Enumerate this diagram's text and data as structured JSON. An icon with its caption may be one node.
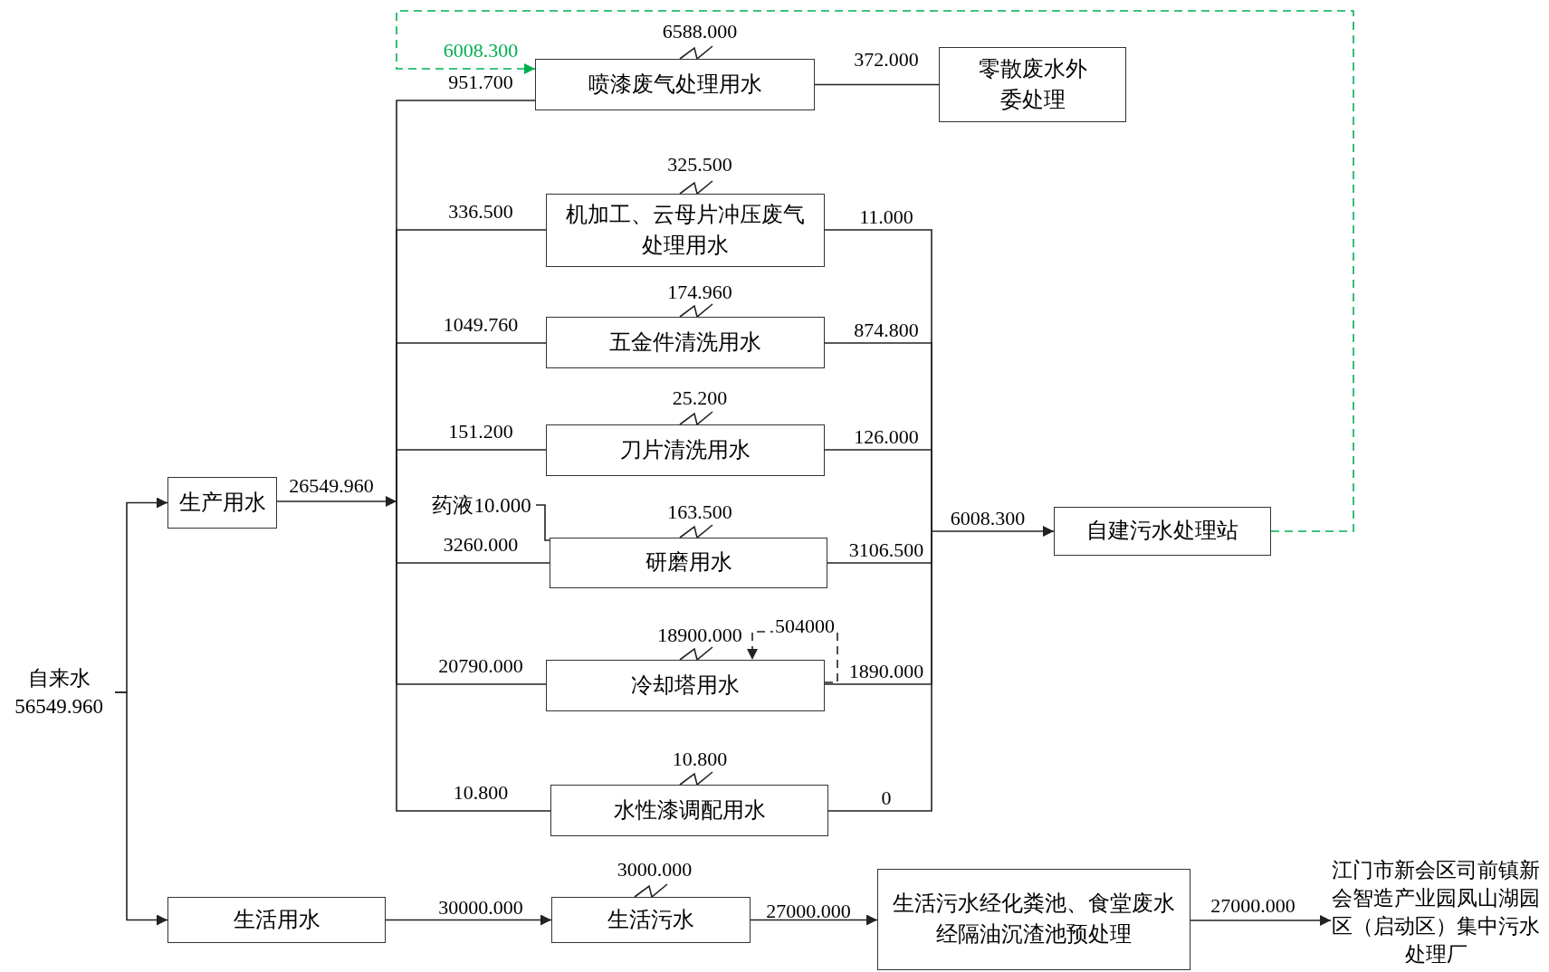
{
  "diagram": {
    "nodes": [
      {
        "text": [
          "自来水",
          "56549.960"
        ]
      },
      {
        "text": [
          "生产用水"
        ]
      },
      {
        "text": [
          "生活用水"
        ]
      },
      {
        "text": [
          "喷漆废气处理用水"
        ],
        "beside": [
          "6588.000"
        ]
      },
      {
        "text": [
          "零散废水外委处理"
        ]
      },
      {
        "text": [
          "机加工、云母片冲压废气处理用水"
        ],
        "beside": [
          "325.500"
        ]
      },
      {
        "text": [
          "五金件清洗用水"
        ],
        "beside": [
          "174.960"
        ]
      },
      {
        "text": [
          "刀片清洗用水"
        ],
        "beside": [
          "25.200"
        ]
      },
      {
        "text": [
          "研磨用水"
        ],
        "beside": [
          "163.500"
        ]
      },
      {
        "text": [
          "冷却塔用水"
        ],
        "beside": [
          "18900.000"
        ]
      },
      {
        "text": [
          "水性漆调配用水"
        ],
        "beside": [
          "10.800"
        ]
      },
      {
        "text": [
          "自建污水处理站"
        ]
      },
      {
        "text": [
          "生活污水"
        ],
        "beside": [
          "3000.000"
        ]
      },
      {
        "text": [
          "生活污水经化粪池、食堂废水经隔油沉渣池预处理"
        ]
      },
      {
        "text": [
          "江门市新会区司前镇新会智造产业园凤山湖园区（启动区）集中污水处理厂"
        ]
      },
      {
        "text": [
          "药液10.000"
        ]
      }
    ],
    "edges": [
      {
        "from": 0,
        "to": 1,
        "arrow": "to"
      },
      {
        "from": 0,
        "to": 2,
        "arrow": "to"
      },
      {
        "from": 1,
        "to": 3,
        "arrow": "none",
        "label": "951.700"
      },
      {
        "from": 1,
        "to": 5,
        "arrow": "none",
        "label": "336.500"
      },
      {
        "from": 1,
        "to": 6,
        "arrow": "none",
        "label": "1049.760"
      },
      {
        "from": 1,
        "to": 7,
        "arrow": "none",
        "label": "151.200"
      },
      {
        "from": 1,
        "to": 8,
        "arrow": "none",
        "label": "3260.000"
      },
      {
        "from": 1,
        "to": 9,
        "arrow": "none",
        "label": "20790.000"
      },
      {
        "from": 1,
        "to": 10,
        "arrow": "none",
        "label": "10.800"
      },
      {
        "from": 5,
        "to": 11,
        "arrow": "to",
        "label": "11.000"
      },
      {
        "from": 6,
        "to": 11,
        "arrow": "to",
        "label": "874.800"
      },
      {
        "from": 7,
        "to": 11,
        "arrow": "to",
        "label": "126.000"
      },
      {
        "from": 8,
        "to": 11,
        "arrow": "to",
        "label": "3106.500"
      },
      {
        "from": 9,
        "to": 11,
        "arrow": "to",
        "label": "1890.000"
      },
      {
        "from": 10,
        "to": 11,
        "arrow": "to",
        "label": "0"
      },
      {
        "from": 3,
        "to": 4,
        "arrow": "none",
        "label": "372.000"
      },
      {
        "from": 11,
        "to": 3,
        "arrow": "to",
        "label": "6008.300",
        "style": "dashed",
        "color": "#00b050"
      },
      {
        "from": 9,
        "to": 9,
        "arrow": "to",
        "label": "504000",
        "style": "dashed"
      },
      {
        "from": 2,
        "to": 12,
        "arrow": "to",
        "label": "30000.000"
      },
      {
        "from": 12,
        "to": 13,
        "arrow": "to",
        "label": "27000.000"
      },
      {
        "from": 13,
        "to": 14,
        "arrow": "to",
        "label": "27000.000"
      },
      {
        "from": 15,
        "to": 8,
        "arrow": "none"
      }
    ],
    "labels": [
      "26549.960",
      "6008.300"
    ]
  }
}
